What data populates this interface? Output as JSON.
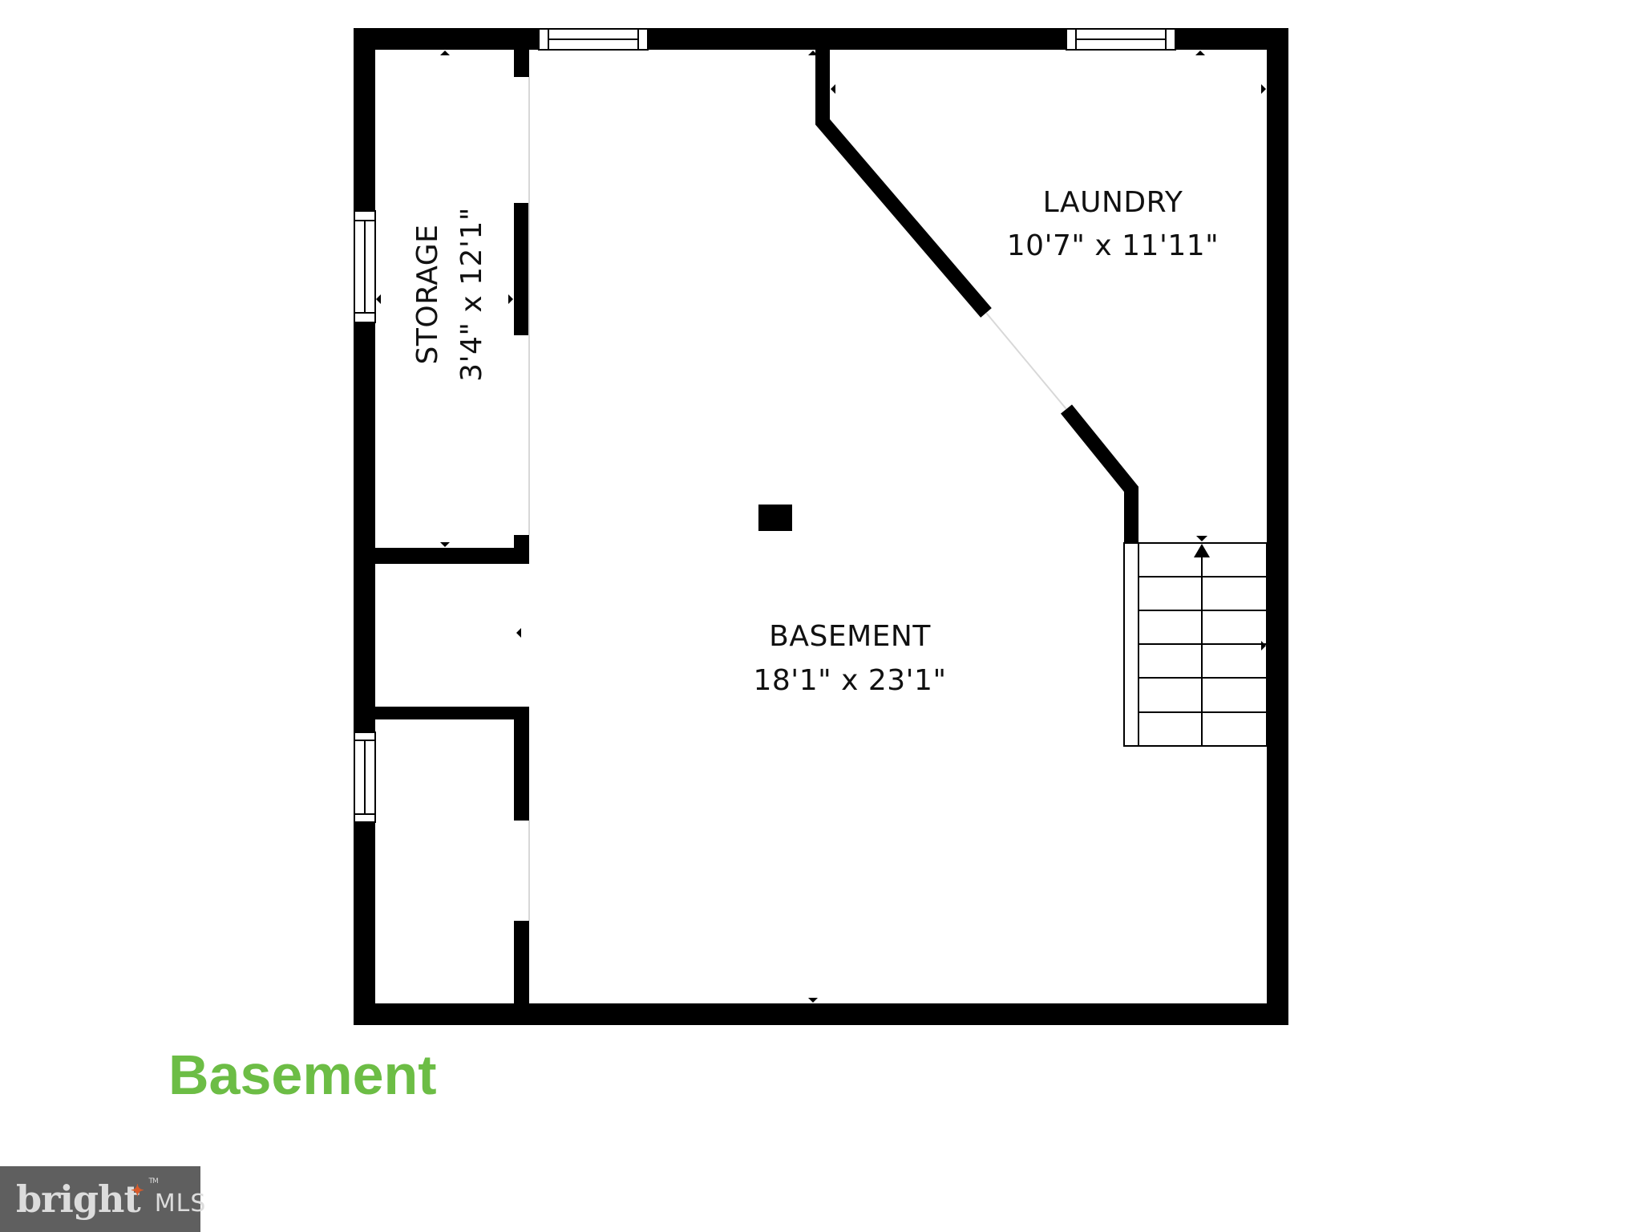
{
  "colors": {
    "wall": "#000000",
    "background": "#ffffff",
    "title_green": "#6cbd45",
    "logo_bg": "#5f5f5f",
    "logo_text": "#dcdcdc",
    "logo_star": "#d85a2a"
  },
  "floor_title": "Basement",
  "rooms": [
    {
      "name": "STORAGE",
      "dimensions": "3'4\" x 12'1\"",
      "orientation": "vertical"
    },
    {
      "name": "LAUNDRY",
      "dimensions": "10'7\" x 11'11\"",
      "orientation": "horizontal"
    },
    {
      "name": "BASEMENT",
      "dimensions": "18'1\" x 23'1\"",
      "orientation": "horizontal"
    }
  ],
  "features": {
    "windows": 4,
    "stairs": {
      "treads": 6,
      "direction": "up"
    },
    "column": true
  },
  "logo": {
    "word": "bright",
    "trademark": "TM",
    "suffix": "MLS"
  }
}
